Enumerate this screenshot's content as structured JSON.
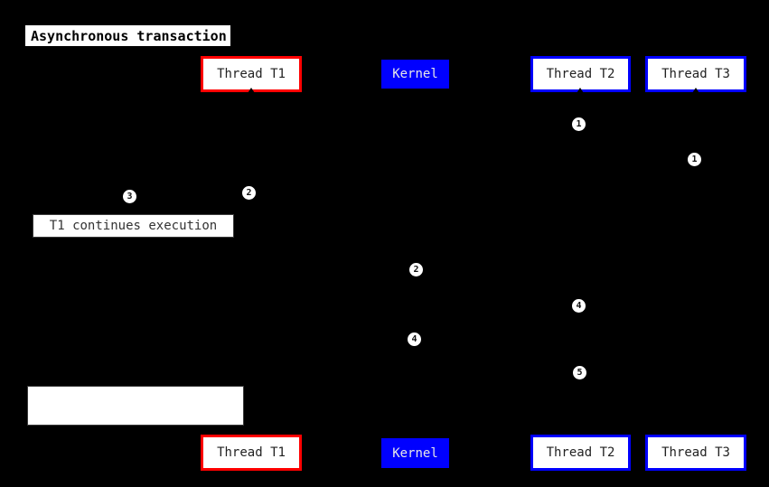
{
  "diagram": {
    "title": "Asynchronous transaction",
    "participants": [
      {
        "id": "thread-t1",
        "label": "Thread T1",
        "border_color": "#ff0000",
        "fill": "#ffffff"
      },
      {
        "id": "kernel",
        "label": "Kernel",
        "border_color": "#0000ff",
        "fill": "#0000ff"
      },
      {
        "id": "thread-t2",
        "label": "Thread T2",
        "border_color": "#0000ff",
        "fill": "#ffffff"
      },
      {
        "id": "thread-t3",
        "label": "Thread T3",
        "border_color": "#0000ff",
        "fill": "#ffffff"
      }
    ],
    "notes": [
      {
        "id": "t1-continues",
        "text": "T1 continues execution"
      },
      {
        "id": "empty-note",
        "text": ""
      }
    ],
    "sequence_markers": [
      "1",
      "1",
      "2",
      "3",
      "2",
      "4",
      "4",
      "5"
    ],
    "colors": {
      "background": "#000000",
      "box_fill": "#ffffff",
      "red_accent": "#ff0000",
      "blue_accent": "#0000ff",
      "dark_text": "#222222",
      "kernel_text": "#e8e8e8"
    }
  }
}
